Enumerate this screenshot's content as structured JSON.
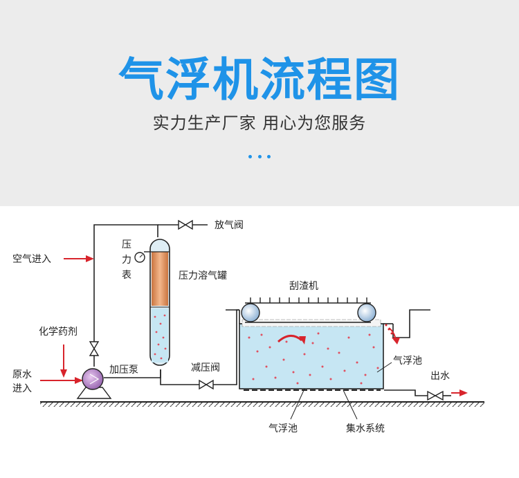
{
  "header": {
    "title": "气浮机流程图",
    "subtitle": "实力生产厂家 用心为您服务"
  },
  "diagram": {
    "labels": {
      "vent_valve": "放气阀",
      "pressure_gauge": "压力表",
      "air_inlet": "空气进入",
      "dissolving_tank": "压力溶气罐",
      "scraper": "刮渣机",
      "chemical_dosing": "化学药剂",
      "booster_pump": "加压泵",
      "raw_water_inlet": "原水进入",
      "reducing_valve": "减压阀",
      "flotation_tank_right": "气浮池",
      "water_outlet": "出水",
      "flotation_tank_bottom": "气浮池",
      "collection_system": "集水系统"
    },
    "colors": {
      "accent": "#1f93e8",
      "water": "#c6e6f3",
      "tank_body": "#e8a070",
      "arrow_red": "#d8242c",
      "bubble": "#e05060"
    }
  }
}
